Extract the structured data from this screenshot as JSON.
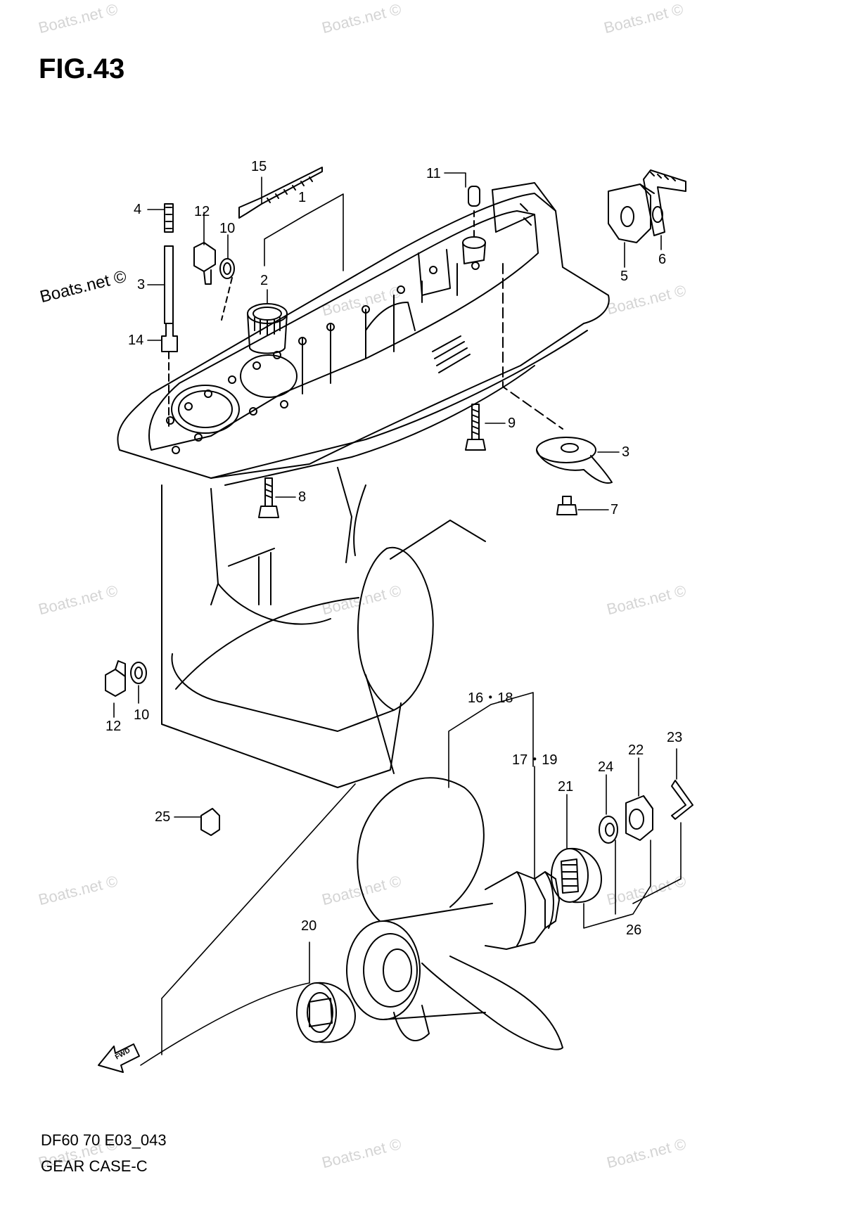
{
  "figure": {
    "title": "FIG.43",
    "footer_line1": "DF60 70 E03_043",
    "footer_line2": "GEAR CASE-C",
    "fwd_label": "FWD"
  },
  "watermark": {
    "text": "Boats.net ©",
    "dark_text": "Boats.net ©"
  },
  "callouts": {
    "c15": "15",
    "c11": "11",
    "c12a": "12",
    "c10a": "10",
    "c1": "1",
    "c4": "4",
    "c3a": "3",
    "c2": "2",
    "c14": "14",
    "c5": "5",
    "c6": "6",
    "c9": "9",
    "c3b": "3",
    "c8": "8",
    "c7": "7",
    "c12b": "12",
    "c10b": "10",
    "c16_18": "16・18",
    "c17_19": "17・19",
    "c23": "23",
    "c22": "22",
    "c24": "24",
    "c21": "21",
    "c25": "25",
    "c20": "20",
    "c26": "26"
  },
  "colors": {
    "line": "#000000",
    "watermark": "#d4d4d4",
    "background": "#ffffff"
  }
}
